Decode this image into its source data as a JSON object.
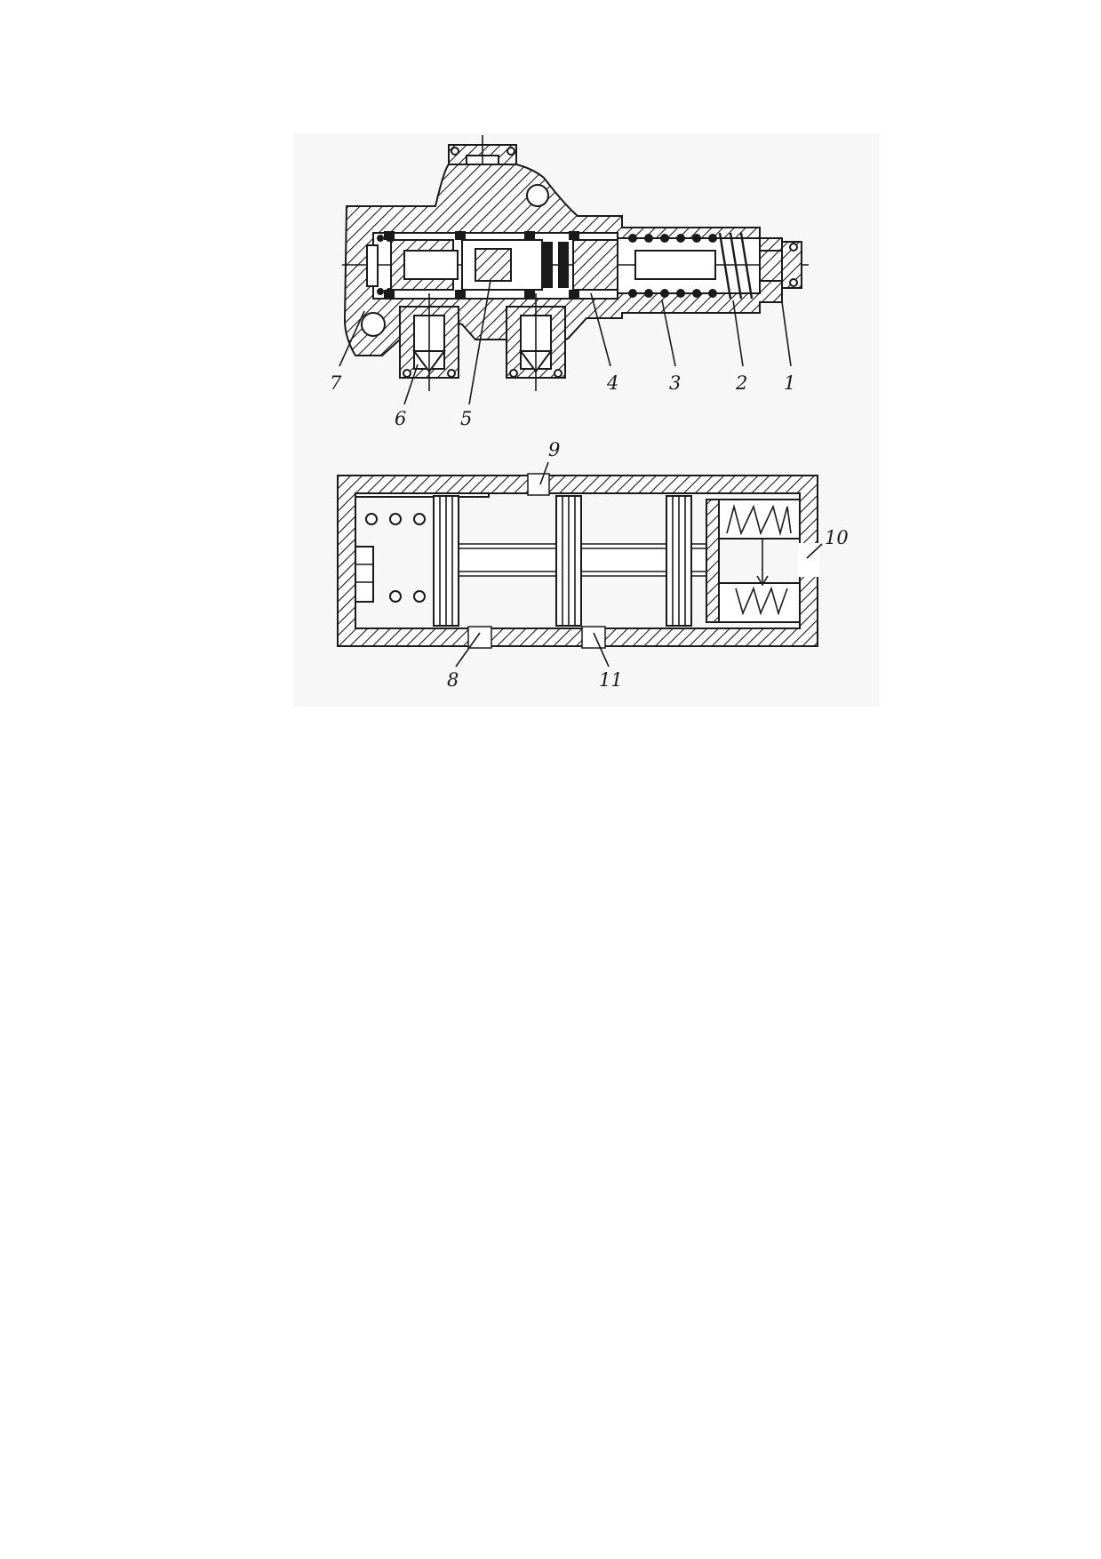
{
  "figure": {
    "top_view_labels": [
      "7",
      "6",
      "5",
      "4",
      "3",
      "2",
      "1"
    ],
    "bottom_view_labels": [
      "9",
      "10",
      "8",
      "11"
    ]
  }
}
